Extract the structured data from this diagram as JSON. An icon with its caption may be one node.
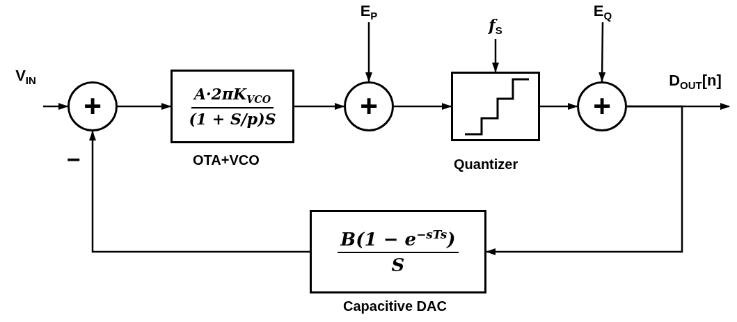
{
  "diagram": {
    "nodes": [
      {
        "text": [
          "V$_{IN}$"
        ]
      },
      {
        "text": [
          "+"
        ],
        "beside": [
          "−"
        ]
      },
      {
        "text": [
          "A·2πK$_{VCO}$",
          "(1 + S/p)S"
        ],
        "beside": [
          "OTA+VCO"
        ]
      },
      {
        "text": [
          "E$_{P}$"
        ]
      },
      {
        "text": [
          "+"
        ]
      },
      {
        "text": [
          "f$_{S}$"
        ]
      },
      {
        "text": [],
        "shape": "box",
        "beside": [
          "Quantizer"
        ]
      },
      {
        "text": [
          "E$_{Q}$"
        ]
      },
      {
        "text": [
          "+"
        ]
      },
      {
        "text": [
          "D$_{OUT}$[n]"
        ]
      },
      {
        "text": [
          "B(1 − e$^{−sTs}$)",
          "S"
        ],
        "beside": [
          "Capacitive DAC"
        ]
      }
    ],
    "edges": [
      {
        "from": 0,
        "to": 1,
        "arrow": "to"
      },
      {
        "from": 1,
        "to": 2,
        "arrow": "to"
      },
      {
        "from": 2,
        "to": 4,
        "arrow": "to"
      },
      {
        "from": 3,
        "to": 4,
        "arrow": "to"
      },
      {
        "from": 4,
        "to": 6,
        "arrow": "to"
      },
      {
        "from": 5,
        "to": 6,
        "arrow": "to"
      },
      {
        "from": 6,
        "to": 8,
        "arrow": "to"
      },
      {
        "from": 7,
        "to": 8,
        "arrow": "to"
      },
      {
        "from": 8,
        "to": 9,
        "arrow": "to"
      },
      {
        "from": 8,
        "to": 10,
        "arrow": "to"
      },
      {
        "from": 10,
        "to": 1,
        "arrow": "to"
      }
    ]
  }
}
